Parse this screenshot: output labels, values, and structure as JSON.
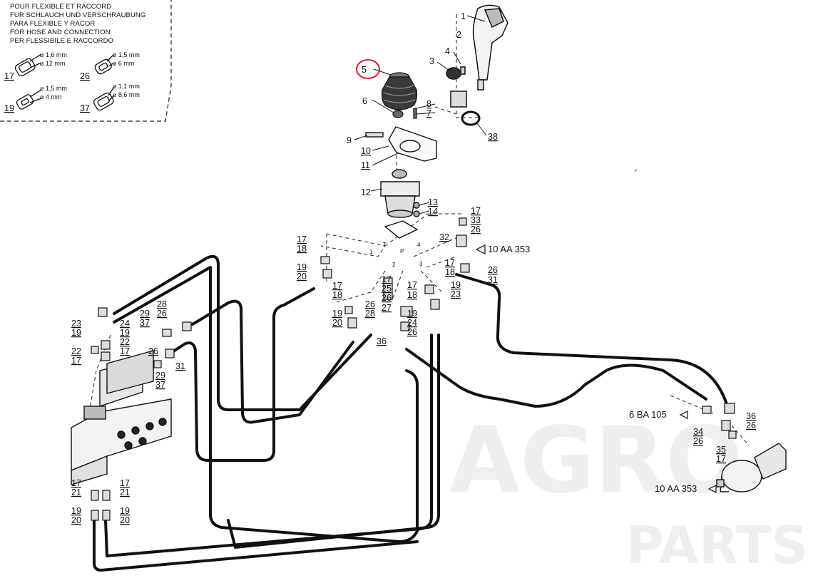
{
  "legend": {
    "lines": [
      "POUR FLEXIBLE ET RACCORD",
      "FUR SCHLAUCH UND VERSCHRAUBUNG",
      "PARA FLEXIBLE Y RACOR",
      "FOR HOSE AND CONNECTION",
      "PER FLESSIBILE E RACCORDO"
    ],
    "seals": [
      {
        "num": "17",
        "d1": "⌀ 1,6 mm",
        "d2": "⌀ 12 mm"
      },
      {
        "num": "26",
        "d1": "⌀ 1,5 mm",
        "d2": "⌀ 6 mm"
      },
      {
        "num": "19",
        "d1": "⌀ 1,5 mm",
        "d2": "⌀ 4 mm"
      },
      {
        "num": "37",
        "d1": "⌀ 1,1 mm",
        "d2": "⌀ 8,6 mm"
      }
    ]
  },
  "highlighted_part": "5",
  "parts": {
    "p1": "1",
    "p2": "2",
    "p3": "3",
    "p4": "4",
    "p5": "5",
    "p6": "6",
    "p7": "7",
    "p8": "8",
    "p9": "9",
    "p10": "10",
    "p11": "11",
    "p12": "12",
    "p13": "13",
    "p14": "14",
    "p38": "38",
    "p17": "17",
    "p18": "18",
    "p19": "19",
    "p20": "20",
    "p21": "21",
    "p22": "22",
    "p23": "23",
    "p24": "24",
    "p25": "25",
    "p26": "26",
    "p27": "27",
    "p28": "28",
    "p29": "29",
    "p31": "31",
    "p32": "32",
    "p33": "33",
    "p34": "34",
    "p35": "35",
    "p36": "36",
    "p37": "37"
  },
  "ports": {
    "t": "T",
    "p": "P",
    "n1": "1",
    "n2": "2",
    "n3": "3",
    "n4": "4"
  },
  "refs": {
    "ref_top": "10 AA 353",
    "ref_ba": "6 BA 105",
    "ref_bottom": "10 AA 353"
  },
  "watermark": {
    "line1": "AGRO",
    "line2": "PARTS"
  }
}
